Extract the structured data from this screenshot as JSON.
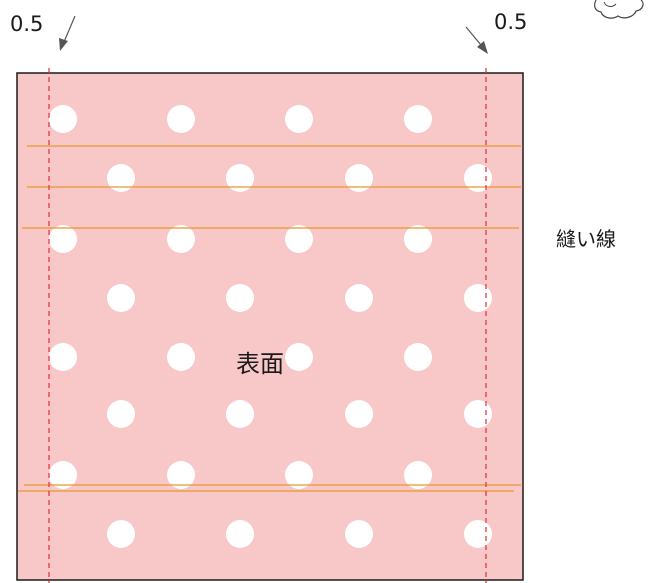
{
  "labels": {
    "seam_allowance_left": "0.5",
    "seam_allowance_right": "0.5",
    "stitch_lines": "縫い線",
    "fabric_face": "表面"
  },
  "colors": {
    "fabric": "#f8c8c8",
    "dots": "#ffffff",
    "border": "#1a1a1a",
    "seam_guides": "#e0303a",
    "stitch_lines": "#e8962a",
    "arrows": "#555555"
  },
  "icons": {
    "corner_decoration": "cloud-doodle-icon"
  }
}
